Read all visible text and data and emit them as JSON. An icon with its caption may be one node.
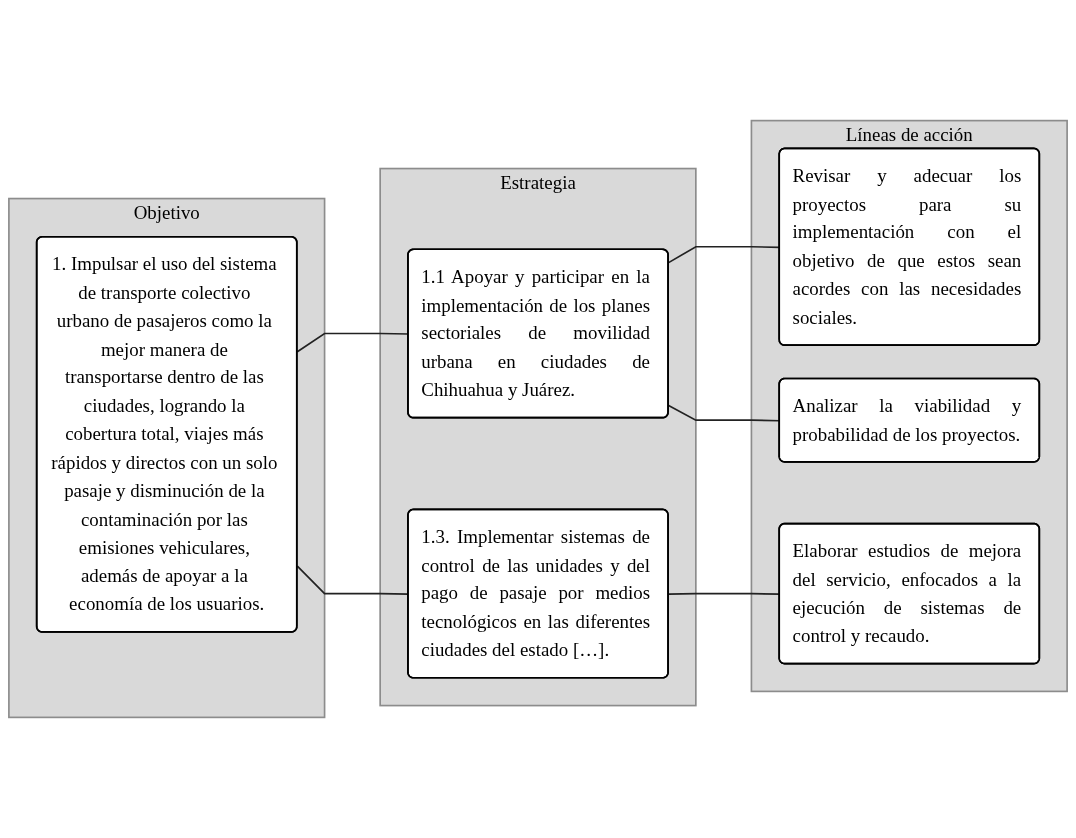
{
  "diagram": {
    "nodes": [
      {
        "text": [
          "Objetivo"
        ]
      },
      {
        "text": [
          "1. Impulsar el uso del sistema de transporte colectivo urbano de pasajeros como la mejor manera de transportarse dentro de las ciudades, logrando la cobertura total, viajes más rápidos y directos con un solo pasaje y disminución de la contaminación por las emisiones vehiculares, además de apoyar a la economía de los usuarios."
        ],
        "in": 0
      },
      {
        "text": [
          "Estrategia"
        ]
      },
      {
        "text": [
          "1.1 Apoyar y participar en la implementación de los planes sectoriales de movilidad urbana en ciudades de Chihuahua y Juárez."
        ],
        "in": 2
      },
      {
        "text": [
          "1.3. Implementar sistemas de control de las unidades y del pago de pasaje por medios tecnológicos en las diferentes ciudades del estado […]."
        ],
        "in": 2
      },
      {
        "text": [
          "Líneas de acción"
        ]
      },
      {
        "text": [
          "Revisar y adecuar los proyectos para su implementación con el objetivo de que estos sean acordes con las necesidades sociales."
        ],
        "in": 5
      },
      {
        "text": [
          "Analizar la viabilidad y probabilidad de los proyectos."
        ],
        "in": 5
      },
      {
        "text": [
          "Elaborar estudios de mejora del servicio, enfocados a la ejecución de sistemas de control y recaudo."
        ],
        "in": 5
      }
    ],
    "edges": [
      {
        "from": 1,
        "to": 3,
        "arrow": "none"
      },
      {
        "from": 1,
        "to": 4,
        "arrow": "none"
      },
      {
        "from": 3,
        "to": 6,
        "arrow": "none"
      },
      {
        "from": 3,
        "to": 7,
        "arrow": "none"
      },
      {
        "from": 4,
        "to": 8,
        "arrow": "none"
      }
    ]
  }
}
